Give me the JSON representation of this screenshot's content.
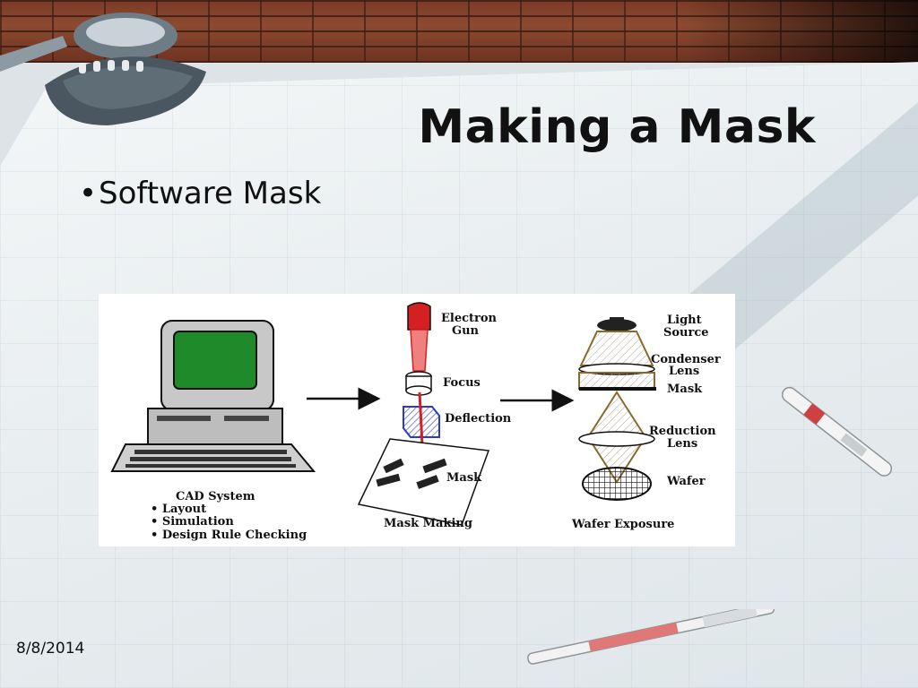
{
  "slide": {
    "title": "Making a Mask",
    "bullets": [
      {
        "bullet_char": "•",
        "text": "Software Mask"
      }
    ],
    "footer_date": "8/8/2014"
  },
  "figure": {
    "cad_section": {
      "caption": "CAD System",
      "items": [
        "• Layout",
        "• Simulation",
        "• Design Rule Checking"
      ]
    },
    "mask_making_section": {
      "caption": "Mask Making",
      "labels": {
        "electron_gun_line1": "Electron",
        "electron_gun_line2": "Gun",
        "focus": "Focus",
        "deflection": "Deflection",
        "mask": "Mask"
      }
    },
    "wafer_exposure_section": {
      "caption": "Wafer Exposure",
      "labels": {
        "light_source_line1": "Light",
        "light_source_line2": "Source",
        "condenser_line1": "Condenser",
        "condenser_line2": "Lens",
        "mask": "Mask",
        "reduction_line1": "Reduction",
        "reduction_line2": "Lens",
        "wafer": "Wafer"
      }
    },
    "colors": {
      "screen": "#1f8a2a",
      "beam": "#d42020",
      "deflection": "#2a3ad0",
      "lens_frame": "#8a6a2a"
    }
  }
}
